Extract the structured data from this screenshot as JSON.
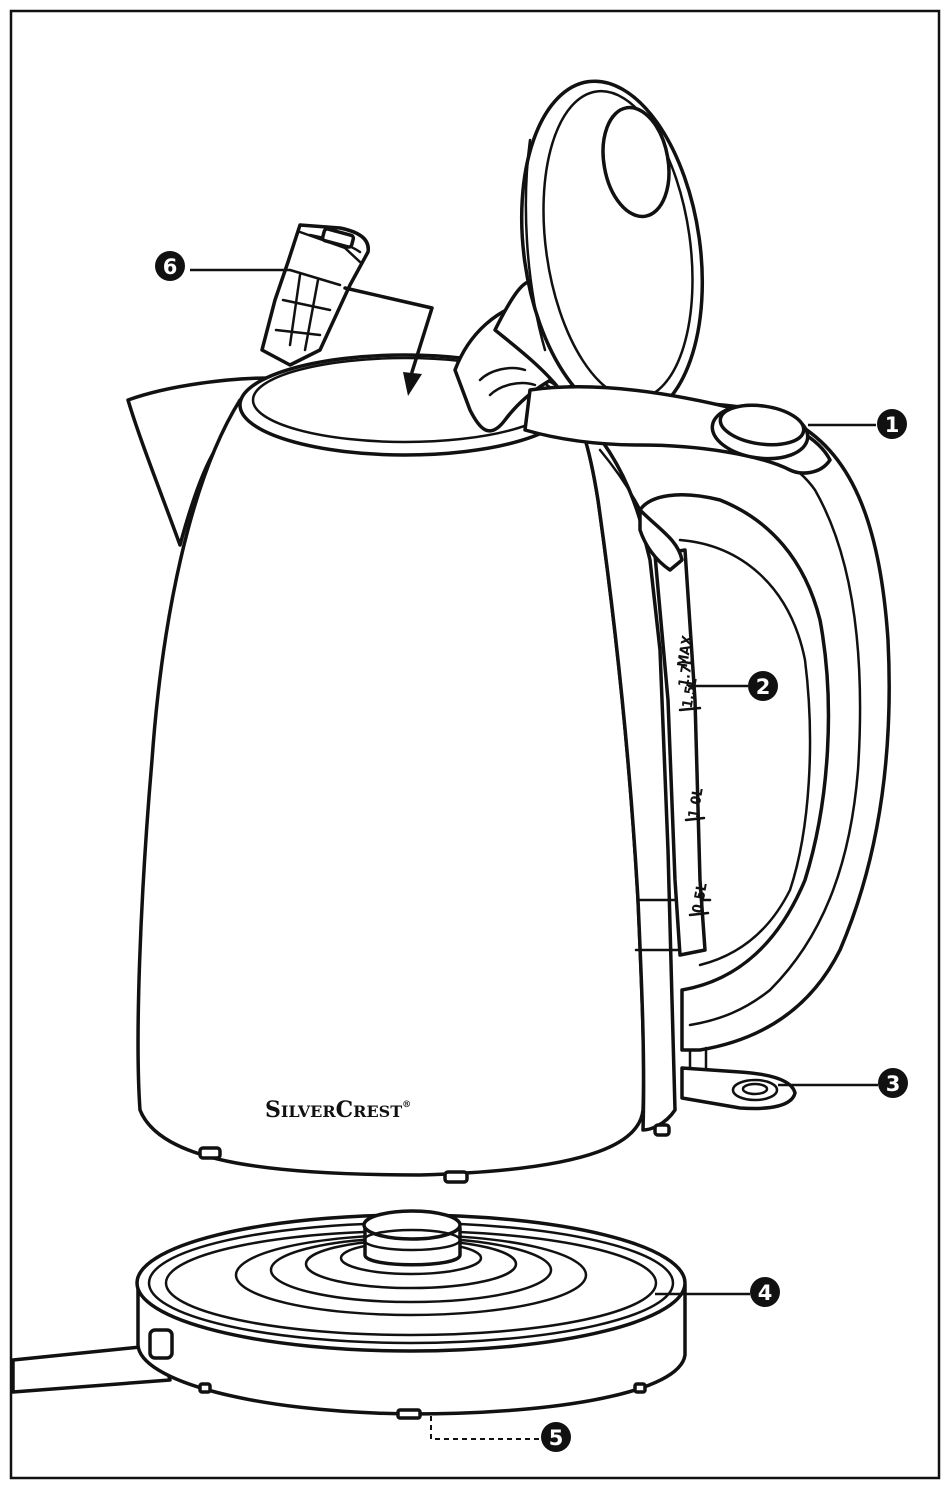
{
  "brand": {
    "text_first": "S",
    "text_first_rest": "ILVER",
    "text_second": "C",
    "text_second_rest": "REST",
    "reg_mark": "®"
  },
  "scale": {
    "max": "MAX",
    "v17": "1.7L",
    "v15": "1.5L",
    "v10": "1.0L",
    "v05": "0.5L"
  },
  "callouts": {
    "c1": "1",
    "c2": "2",
    "c3": "3",
    "c4": "4",
    "c5": "5",
    "c6": "6"
  }
}
